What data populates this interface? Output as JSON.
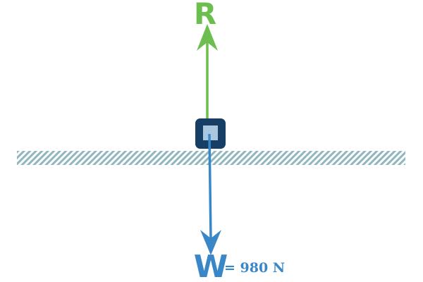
{
  "forces": {
    "reaction": {
      "label": "R",
      "color": "#6cbf4f"
    },
    "weight": {
      "label": "W",
      "value_text": "= 980 N",
      "color": "#3a87c8"
    }
  },
  "block": {
    "outer_color": "#173f66",
    "inner_color": "#a9c8df"
  },
  "surface": {
    "color": "#8fb7bd"
  }
}
